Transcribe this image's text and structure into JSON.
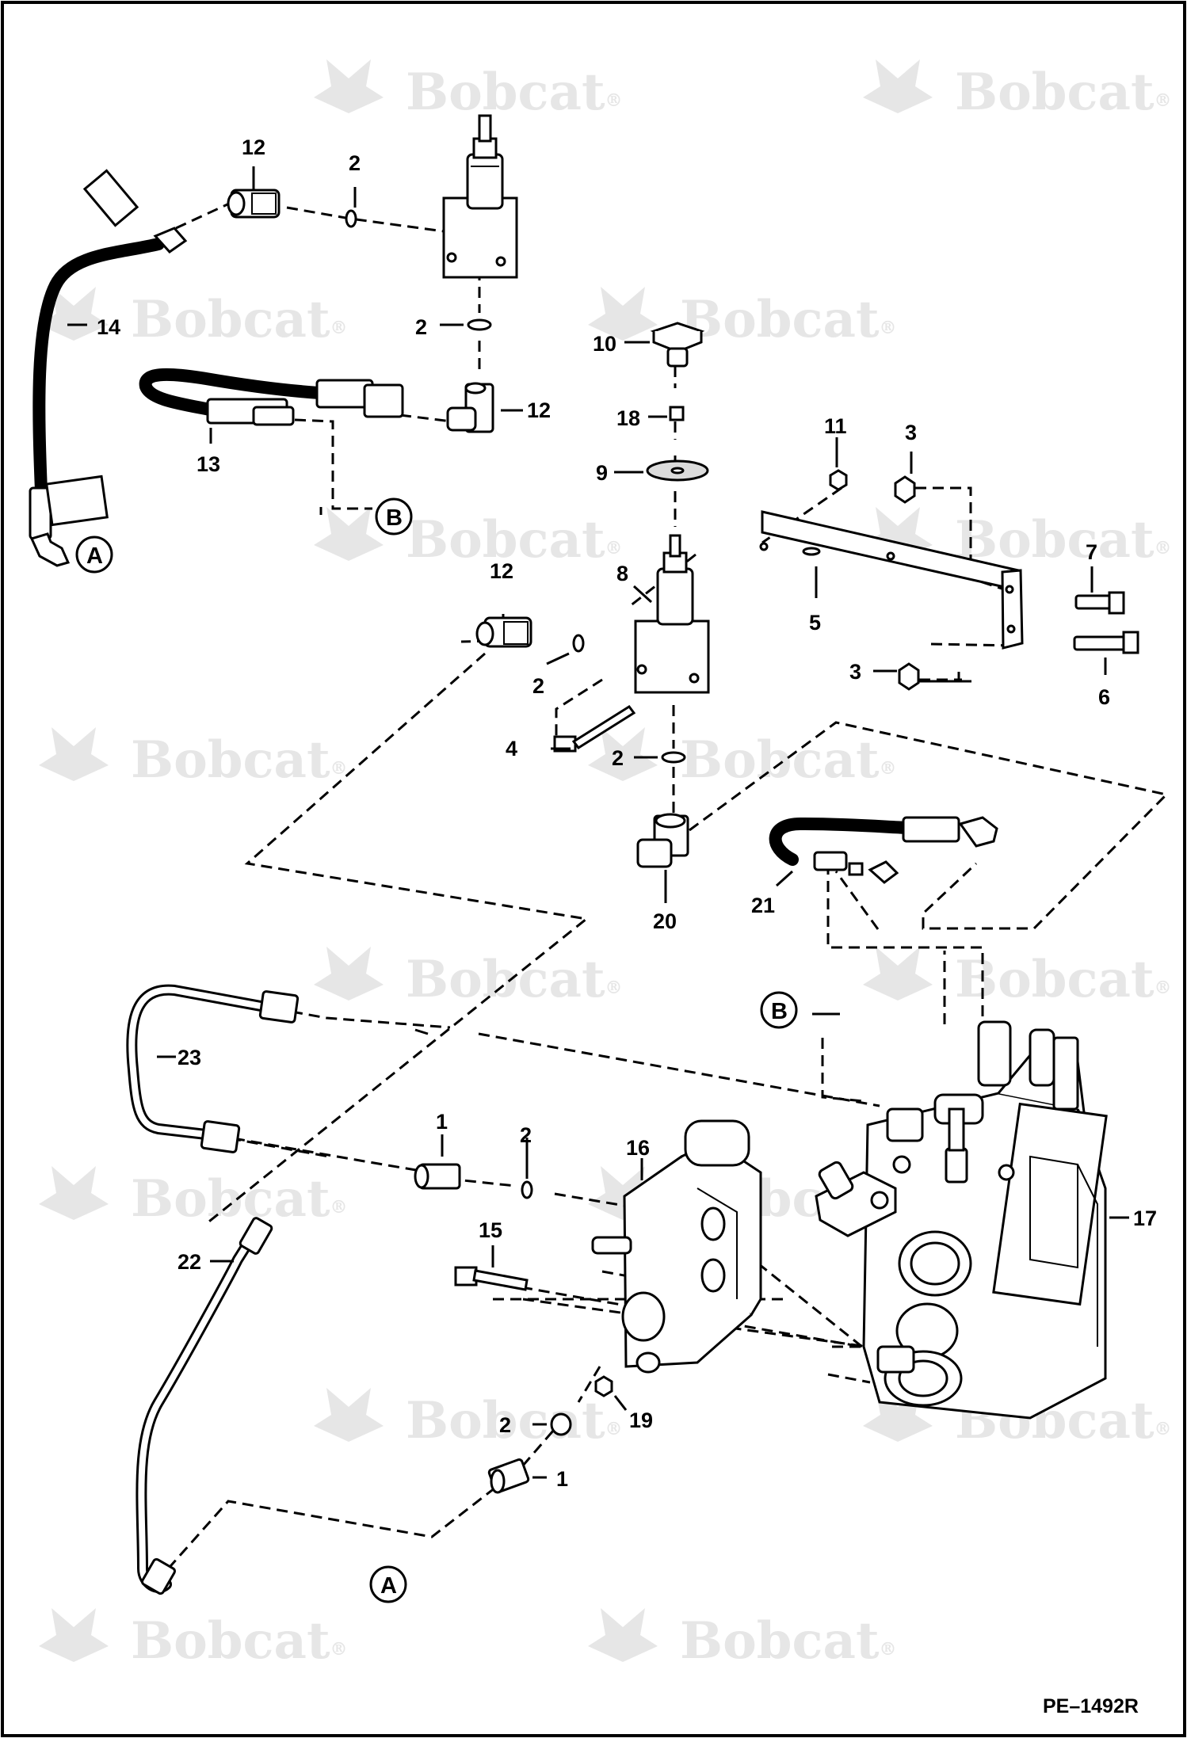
{
  "watermark": {
    "brand": "Bobcat",
    "mark": "®"
  },
  "callouts": {
    "c1a": "1",
    "c1b": "1",
    "c2a": "2",
    "c2b": "2",
    "c2c": "2",
    "c2d": "2",
    "c2e": "2",
    "c2f": "2",
    "c3a": "3",
    "c3b": "3",
    "c4": "4",
    "c5": "5",
    "c6": "6",
    "c7": "7",
    "c8": "8",
    "c9": "9",
    "c10": "10",
    "c11": "11",
    "c12a": "12",
    "c12b": "12",
    "c12c": "12",
    "c13": "13",
    "c14": "14",
    "c15": "15",
    "c16": "16",
    "c17": "17",
    "c18": "18",
    "c19": "19",
    "c20": "20",
    "c21": "21",
    "c22": "22",
    "c23": "23"
  },
  "connectors": {
    "a1": "A",
    "a2": "A",
    "b1": "B",
    "b2": "B"
  },
  "drawing_id": "PE–1492R"
}
